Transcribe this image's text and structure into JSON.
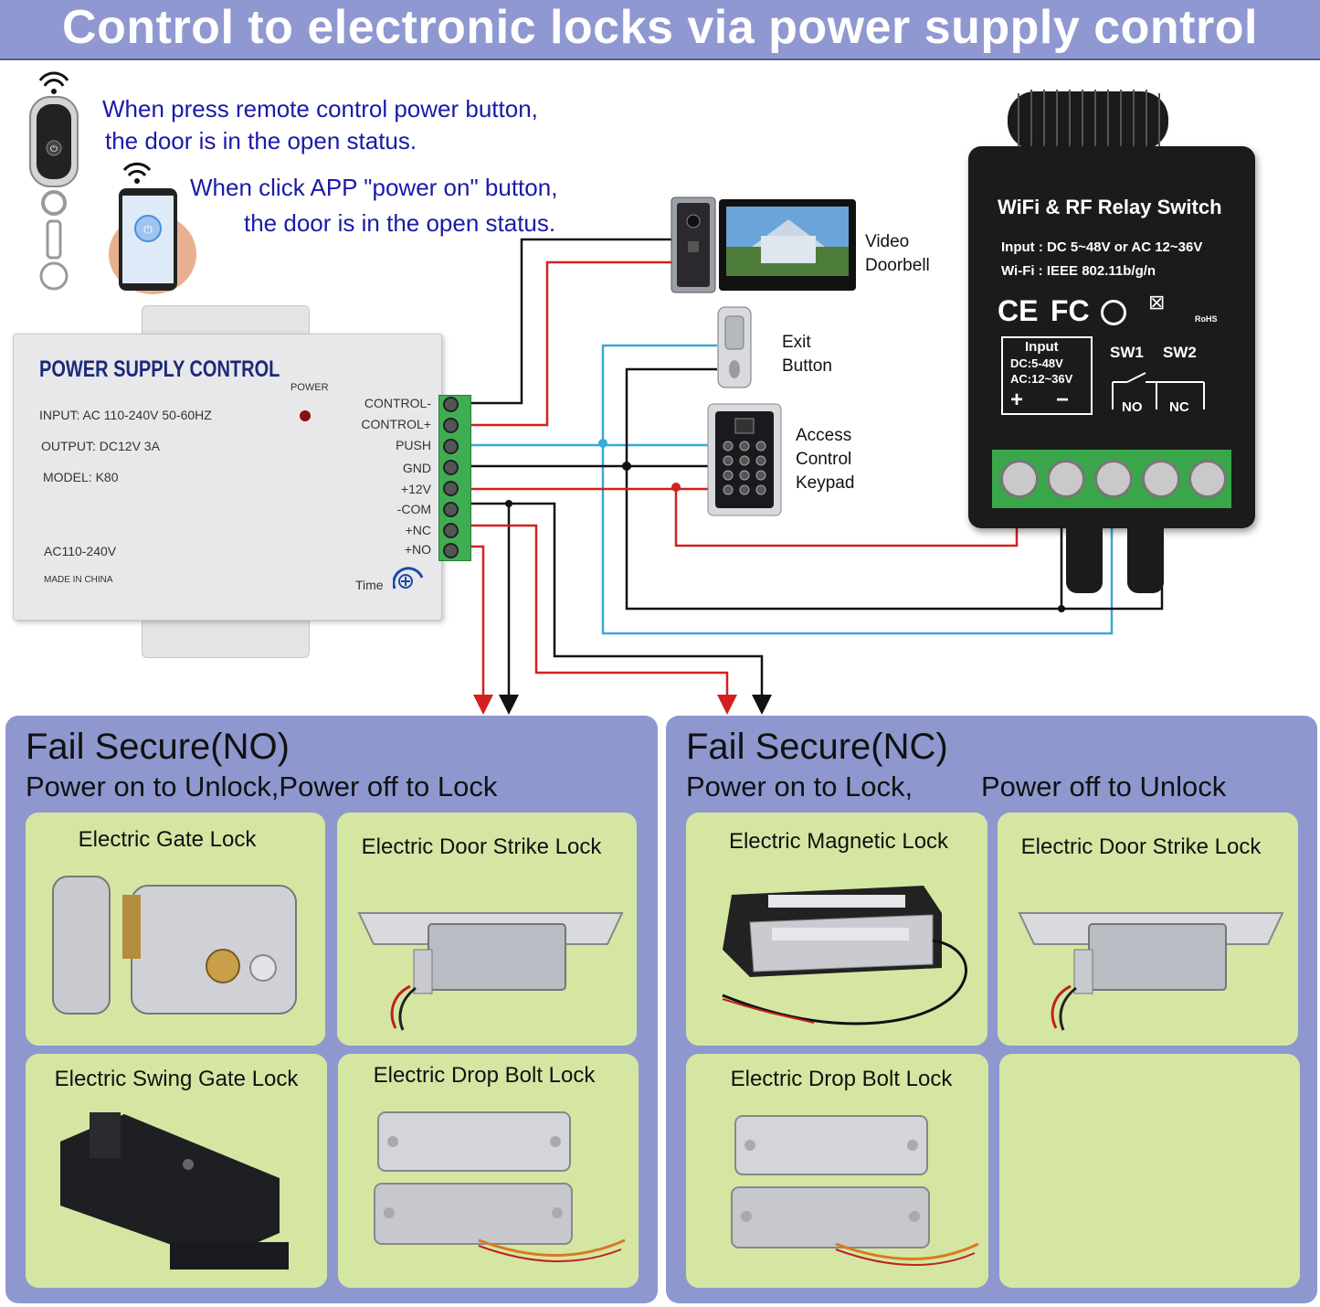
{
  "title": "Control to electronic locks via power supply control",
  "remote_text": {
    "line1": "When press remote control power button,",
    "line2": "the door is in the open status."
  },
  "app_text": {
    "line1": "When click APP \"power on\" button,",
    "line2": "the door is in the open status."
  },
  "devices": {
    "video_doorbell": [
      "Video",
      "Doorbell"
    ],
    "exit_button": [
      "Exit",
      "Button"
    ],
    "keypad": [
      "Access",
      "Control",
      "Keypad"
    ]
  },
  "psu": {
    "brand": "POWER SUPPLY CONTROL",
    "power_label": "POWER",
    "input": "INPUT: AC 110-240V 50-60HZ",
    "output": "OUTPUT: DC12V 3A",
    "model": "MODEL: K80",
    "ac": "AC110-240V",
    "made_in": "MADE IN CHINA",
    "time": "Time",
    "terminals": [
      "CONTROL-",
      "CONTROL+",
      "PUSH",
      "GND",
      "+12V",
      "-COM",
      "+NC",
      "+NO"
    ]
  },
  "relay": {
    "title": "WiFi & RF Relay Switch",
    "input": "Input : DC 5~48V or AC 12~36V",
    "wifi": "Wi-Fi : IEEE 802.11b/g/n",
    "cert": [
      "CE",
      "FC"
    ],
    "rohs": "RoHS",
    "box_input": "Input",
    "box_dc": "DC:5-48V",
    "box_ac": "AC:12~36V",
    "plus": "+",
    "minus": "−",
    "sw1": "SW1",
    "sw2": "SW2",
    "no": "NO",
    "nc": "NC"
  },
  "panels": {
    "left": {
      "title": "Fail Secure(NO)",
      "subtitle": "Power on to Unlock,Power off to Lock",
      "cards": [
        "Electric Gate Lock",
        "Electric Door Strike Lock",
        "Electric Swing Gate Lock",
        "Electric Drop Bolt Lock"
      ]
    },
    "right": {
      "title": "Fail Secure(NC)",
      "subtitle_a": "Power on to Lock,",
      "subtitle_b": "Power off to Unlock",
      "cards": [
        "Electric Magnetic Lock",
        "Electric Door Strike Lock",
        "Electric Drop Bolt Lock"
      ]
    }
  },
  "colors": {
    "title_bar": "#8f98d0",
    "panel": "#8e98cf",
    "card": "#d5e6a3",
    "wire_red": "#d42020",
    "wire_black": "#111111",
    "wire_blue": "#3aa8d8",
    "text_blue": "#1a1aa8"
  }
}
